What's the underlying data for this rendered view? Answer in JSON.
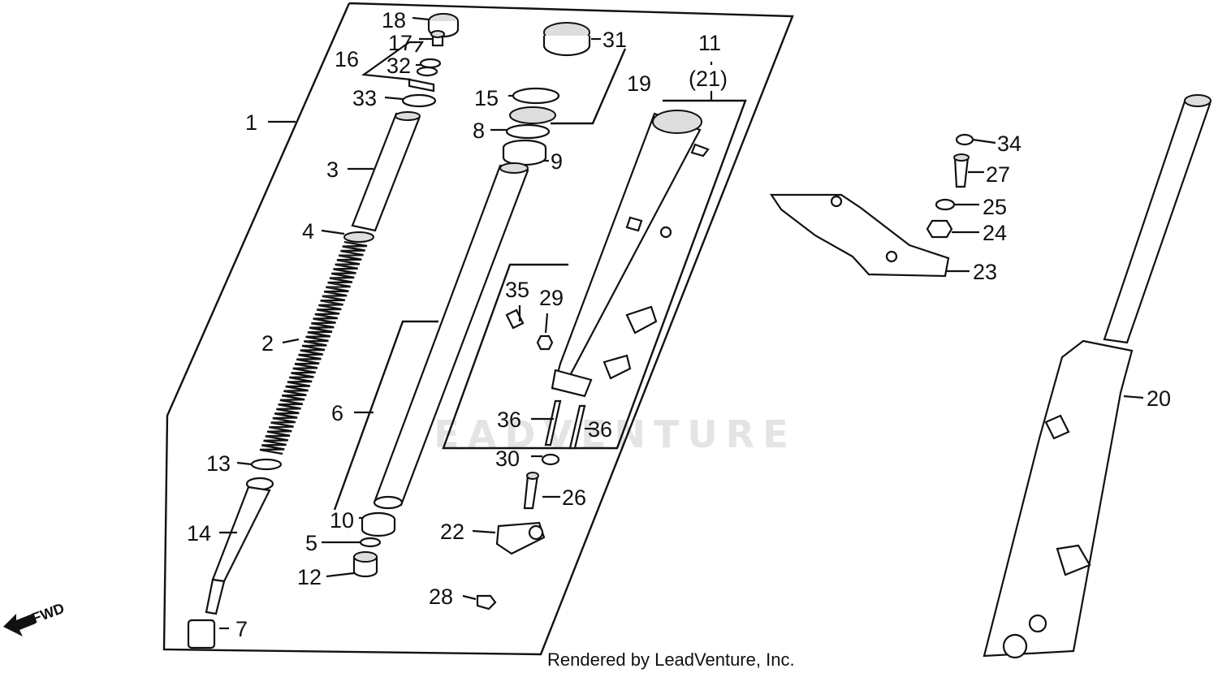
{
  "diagram": {
    "callouts": [
      {
        "id": "p18",
        "text": "18"
      },
      {
        "id": "p17",
        "text": "17"
      },
      {
        "id": "p16",
        "text": "16"
      },
      {
        "id": "p32",
        "text": "32"
      },
      {
        "id": "p33",
        "text": "33"
      },
      {
        "id": "p1",
        "text": "1"
      },
      {
        "id": "p3",
        "text": "3"
      },
      {
        "id": "p4",
        "text": "4"
      },
      {
        "id": "p2",
        "text": "2"
      },
      {
        "id": "p13",
        "text": "13"
      },
      {
        "id": "p14",
        "text": "14"
      },
      {
        "id": "p7",
        "text": "7"
      },
      {
        "id": "p31",
        "text": "31"
      },
      {
        "id": "p19",
        "text": "19"
      },
      {
        "id": "p15",
        "text": "15"
      },
      {
        "id": "p8",
        "text": "8"
      },
      {
        "id": "p9",
        "text": "9"
      },
      {
        "id": "p6",
        "text": "6"
      },
      {
        "id": "p10",
        "text": "10"
      },
      {
        "id": "p5",
        "text": "5"
      },
      {
        "id": "p12",
        "text": "12"
      },
      {
        "id": "p11",
        "text": "11"
      },
      {
        "id": "p21",
        "text": "(21)"
      },
      {
        "id": "p35",
        "text": "35"
      },
      {
        "id": "p29",
        "text": "29"
      },
      {
        "id": "p36a",
        "text": "36"
      },
      {
        "id": "p36b",
        "text": "36"
      },
      {
        "id": "p30",
        "text": "30"
      },
      {
        "id": "p26",
        "text": "26"
      },
      {
        "id": "p22",
        "text": "22"
      },
      {
        "id": "p28",
        "text": "28"
      },
      {
        "id": "p34",
        "text": "34"
      },
      {
        "id": "p27",
        "text": "27"
      },
      {
        "id": "p25",
        "text": "25"
      },
      {
        "id": "p24",
        "text": "24"
      },
      {
        "id": "p23",
        "text": "23"
      },
      {
        "id": "p20",
        "text": "20"
      }
    ],
    "direction_label": "FWD",
    "watermark": "LEADVENTURE",
    "credit": "Rendered by LeadVenture, Inc."
  }
}
